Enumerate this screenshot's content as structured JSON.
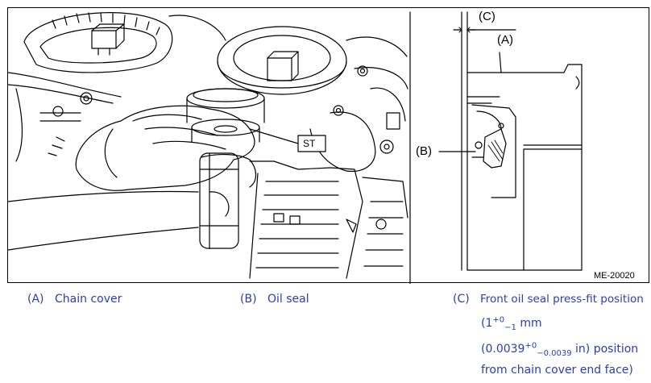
{
  "figure": {
    "callouts": {
      "a": "(A)",
      "b": "(B)",
      "c": "(C)",
      "st": "ST"
    },
    "figure_id": "ME-20020"
  },
  "legend": [
    {
      "letter": "(A)",
      "text": "Chain cover"
    },
    {
      "letter": "(B)",
      "text": "Oil seal"
    },
    {
      "letter": "(C)",
      "text": "Front oil seal press-fit position"
    }
  ],
  "legend_c_detail": {
    "mm_open": "(1",
    "mm_sup": "+0",
    "mm_sub": "−1",
    "mm_unit": " mm",
    "in_open": "(0.0039",
    "in_sup": "+0",
    "in_sub": "−0.0039",
    "in_rest": " in) position",
    "tail": "from chain cover end face)"
  }
}
